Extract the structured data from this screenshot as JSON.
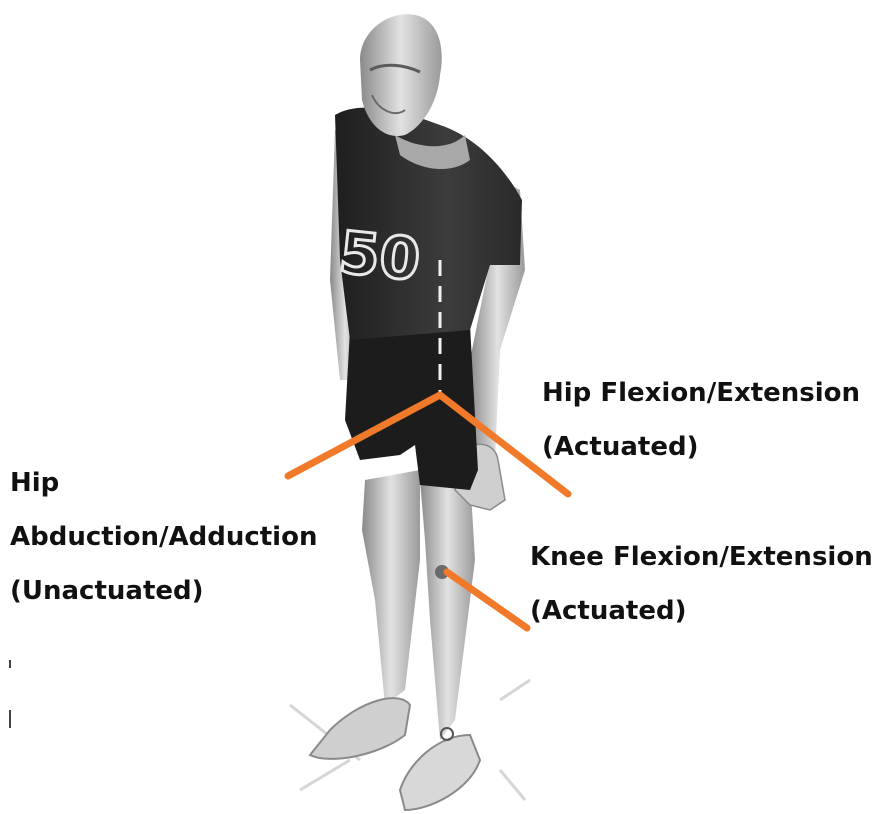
{
  "labels": {
    "hip_abduction": {
      "line1": "Hip",
      "line2": "Abduction/Adduction",
      "line3": "(Unactuated)"
    },
    "hip_flexion": {
      "line1": "Hip Flexion/Extension",
      "line2": "(Actuated)"
    },
    "knee_flexion": {
      "line1": "Knee Flexion/Extension",
      "line2": "(Actuated)"
    }
  },
  "jersey_number": "50",
  "colors": {
    "pointer": "#f07a2a",
    "text": "#111111",
    "figure_dark": "#2f2f2f",
    "figure_light": "#bdbdbd"
  }
}
